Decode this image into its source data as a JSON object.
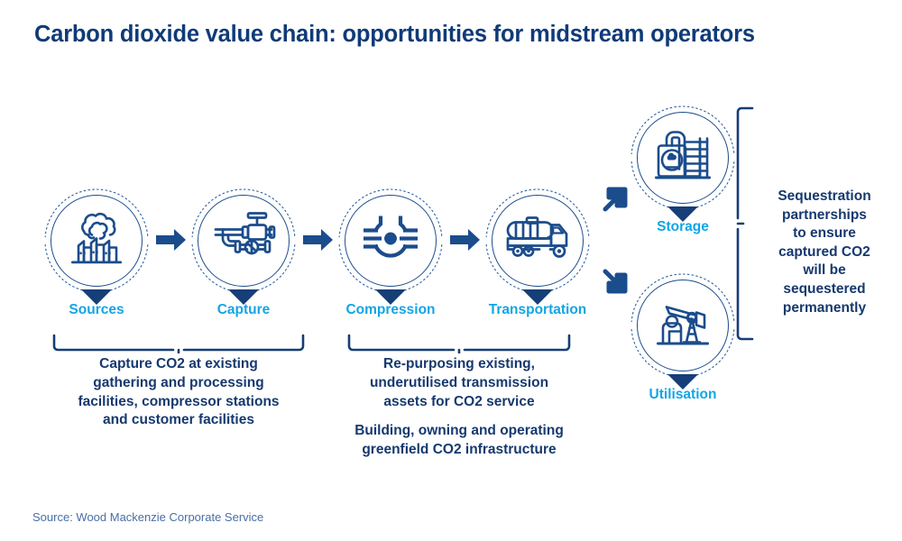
{
  "header": {
    "title": "Carbon dioxide value chain: opportunities for midstream operators"
  },
  "colors": {
    "title_blue": "#0F3B78",
    "label_cyan": "#12A5E5",
    "dark_blue": "#163E77",
    "body_blue": "#16396F",
    "source_blue": "#4A6FA5",
    "background": "#FFFFFF"
  },
  "chain": {
    "stages": [
      {
        "id": "sources",
        "label": "Sources",
        "icon": "factory-smokestacks-icon"
      },
      {
        "id": "capture",
        "label": "Capture",
        "icon": "pipe-valve-icon"
      },
      {
        "id": "compression",
        "label": "Compression",
        "icon": "compressor-manifold-icon"
      },
      {
        "id": "transportation",
        "label": "Transportation",
        "icon": "tanker-truck-icon"
      }
    ],
    "outcomes": [
      {
        "id": "storage",
        "label": "Storage",
        "icon": "co2-storage-tank-icon"
      },
      {
        "id": "utilisation",
        "label": "Utilisation",
        "icon": "oil-pumpjack-icon"
      }
    ],
    "connector_arrows": [
      {
        "id": "sources-to-capture",
        "direction": "right"
      },
      {
        "id": "capture-to-compression",
        "direction": "right"
      },
      {
        "id": "compression-to-transportation",
        "direction": "right"
      },
      {
        "id": "transportation-to-storage",
        "direction": "up-right"
      },
      {
        "id": "transportation-to-utilisation",
        "direction": "down-right"
      }
    ]
  },
  "captions": {
    "upstream": {
      "lines": [
        "Capture CO2 at existing",
        "gathering and processing",
        "facilities, compressor stations",
        "and customer facilities"
      ]
    },
    "midstream": {
      "paragraph1": [
        "Re-purposing existing,",
        "underutilised transmission",
        "assets for CO2 service"
      ],
      "paragraph2": [
        "Building, owning and operating",
        "greenfield CO2 infrastructure"
      ]
    },
    "downstream": {
      "lines": [
        "Sequestration",
        "partnerships",
        "to ensure",
        "captured CO2",
        "will be",
        "sequestered",
        "permanently"
      ]
    }
  },
  "footer": {
    "source": "Source: Wood Mackenzie Corporate Service"
  }
}
